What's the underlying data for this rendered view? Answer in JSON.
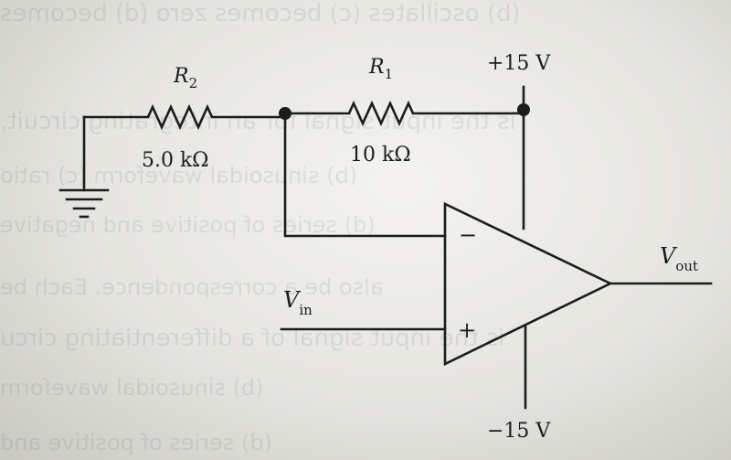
{
  "components": {
    "r2": {
      "name": "R",
      "subscript": "2",
      "value": "5.0 kΩ"
    },
    "r1": {
      "name": "R",
      "subscript": "1",
      "value": "10 kΩ"
    },
    "vin": {
      "name": "V",
      "subscript": "in"
    },
    "vout": {
      "name": "V",
      "subscript": "out"
    },
    "opamp": {
      "inverting_symbol": "−",
      "noninverting_symbol": "+"
    }
  },
  "supply": {
    "positive": "+15 V",
    "negative": "−15 V"
  },
  "background_bleed": [
    "(b) oscillates  (c) becomes zero  (d) becomes",
    "is the input signal for an integrating circuit,",
    "(b) sinusoidal waveform  (c) ratio",
    "(d) series of positive and negative",
    "also be a correspondence. Each be",
    "is the input signal of a differentiating circu",
    "(b) sinusoidal waveform",
    "(d) series of positive and"
  ]
}
